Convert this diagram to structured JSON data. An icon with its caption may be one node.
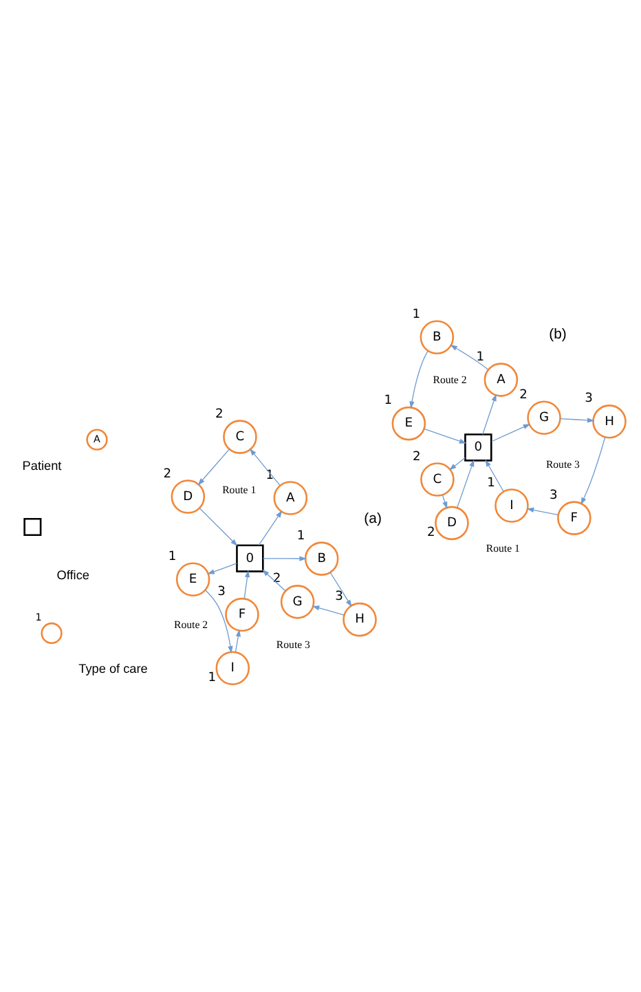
{
  "diagram": {
    "nodes": [
      {
        "text": [
          "0"
        ]
      },
      {
        "text": [
          "E"
        ],
        "beside": [
          "1"
        ]
      },
      {
        "text": [
          "I"
        ],
        "beside": [
          "1"
        ]
      },
      {
        "text": [
          "D"
        ],
        "beside": [
          "2"
        ]
      },
      {
        "text": [
          "F"
        ],
        "beside": [
          "3"
        ]
      },
      {
        "text": [
          "G"
        ],
        "beside": [
          "2"
        ]
      },
      {
        "text": [
          "A"
        ],
        "beside": [
          "1"
        ]
      },
      {
        "text": [
          "C"
        ],
        "beside": [
          "2"
        ]
      },
      {
        "text": [
          "B"
        ],
        "beside": [
          "1"
        ]
      },
      {
        "text": [
          "H"
        ],
        "beside": [
          "3"
        ]
      },
      {
        "text": [
          "I"
        ],
        "beside": [
          "1"
        ]
      },
      {
        "text": [
          "E"
        ],
        "beside": [
          "1"
        ]
      },
      {
        "text": [
          "D"
        ],
        "beside": [
          "2"
        ]
      },
      {
        "text": [
          "0"
        ]
      },
      {
        "text": [
          "F"
        ],
        "beside": [
          "3"
        ]
      },
      {
        "text": [
          "G"
        ],
        "beside": [
          "2"
        ]
      },
      {
        "text": [
          "A"
        ],
        "beside": [
          "1"
        ]
      },
      {
        "text": [
          "C"
        ],
        "beside": [
          "2"
        ]
      },
      {
        "text": [
          "B"
        ],
        "beside": [
          "1"
        ]
      },
      {
        "text": [
          "H"
        ],
        "beside": [
          "3"
        ]
      }
    ],
    "edges": [
      {
        "from": 0,
        "to": 6,
        "arrow": "to"
      },
      {
        "from": 6,
        "to": 7,
        "arrow": "to"
      },
      {
        "from": 7,
        "to": 3,
        "arrow": "to"
      },
      {
        "from": 3,
        "to": 0,
        "arrow": "to"
      },
      {
        "from": 0,
        "to": 1,
        "arrow": "to"
      },
      {
        "from": 1,
        "to": 2,
        "arrow": "to"
      },
      {
        "from": 2,
        "to": 4,
        "arrow": "to"
      },
      {
        "from": 4,
        "to": 0,
        "arrow": "to"
      },
      {
        "from": 0,
        "to": 8,
        "arrow": "to"
      },
      {
        "from": 8,
        "to": 9,
        "arrow": "to"
      },
      {
        "from": 9,
        "to": 5,
        "arrow": "to"
      },
      {
        "from": 5,
        "to": 0,
        "arrow": "to"
      },
      {
        "from": 13,
        "to": 17,
        "arrow": "to"
      },
      {
        "from": 17,
        "to": 12,
        "arrow": "to"
      },
      {
        "from": 12,
        "to": 13,
        "arrow": "to"
      },
      {
        "from": 13,
        "to": 16,
        "arrow": "to"
      },
      {
        "from": 16,
        "to": 18,
        "arrow": "to"
      },
      {
        "from": 18,
        "to": 11,
        "arrow": "to"
      },
      {
        "from": 11,
        "to": 13,
        "arrow": "to"
      },
      {
        "from": 13,
        "to": 15,
        "arrow": "to"
      },
      {
        "from": 15,
        "to": 19,
        "arrow": "to"
      },
      {
        "from": 19,
        "to": 14,
        "arrow": "to"
      },
      {
        "from": 14,
        "to": 10,
        "arrow": "to"
      },
      {
        "from": 10,
        "to": 13,
        "arrow": "to"
      }
    ],
    "labels": [
      "A",
      "1",
      "Route 2",
      "Route 1",
      "Route 3",
      "(a)",
      "Route 3",
      "Route 1",
      "Route 2",
      "(b)"
    ],
    "legend": [
      {
        "text": "Patient"
      },
      {
        "text": "Office"
      },
      {
        "text": "Type of care"
      }
    ]
  }
}
